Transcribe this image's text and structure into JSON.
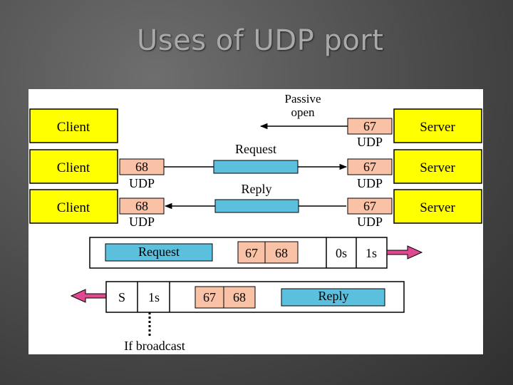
{
  "slide": {
    "title": "Uses of UDP port"
  },
  "diagram": {
    "passive_open_line1": "Passive",
    "passive_open_line2": "open",
    "rows": [
      {
        "client": "Client",
        "server": "Server",
        "server_port": "67",
        "server_proto": "UDP"
      },
      {
        "client": "Client",
        "client_port": "68",
        "client_proto": "UDP",
        "message": "Request",
        "server": "Server",
        "server_port": "67",
        "server_proto": "UDP"
      },
      {
        "client": "Client",
        "client_port": "68",
        "client_proto": "UDP",
        "message": "Reply",
        "server": "Server",
        "server_port": "67",
        "server_proto": "UDP"
      }
    ],
    "request_packet": {
      "label": "Request",
      "src_port": "67",
      "dst_port": "68",
      "addr1": "0s",
      "addr2": "1s"
    },
    "reply_packet": {
      "addr1": "S",
      "addr2": "1s",
      "src_port": "67",
      "dst_port": "68",
      "label": "Reply"
    },
    "broadcast_label": "If broadcast",
    "colors": {
      "box_yellow": "#ffff00",
      "port_salmon": "#f9c2a6",
      "packet_blue": "#5bc0de",
      "arrow_pink": "#e0488f"
    }
  }
}
